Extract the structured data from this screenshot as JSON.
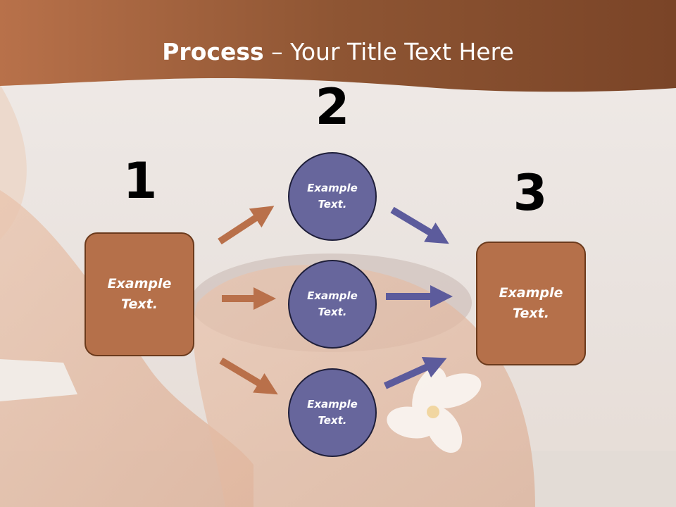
{
  "title": {
    "bold": "Process",
    "rest": " – Your Title Text Here"
  },
  "steps": [
    {
      "number": "1",
      "label": "Example Text."
    },
    {
      "number": "2",
      "labels": [
        "Example Text.",
        "Example Text.",
        "Example Text."
      ]
    },
    {
      "number": "3",
      "label": "Example Text."
    }
  ],
  "colors": {
    "header": "#8a4f2d",
    "box_fill": "#b5704a",
    "circle_fill": "#67669c",
    "arrow_left": "#b9704a",
    "arrow_right": "#5c5b9c"
  }
}
